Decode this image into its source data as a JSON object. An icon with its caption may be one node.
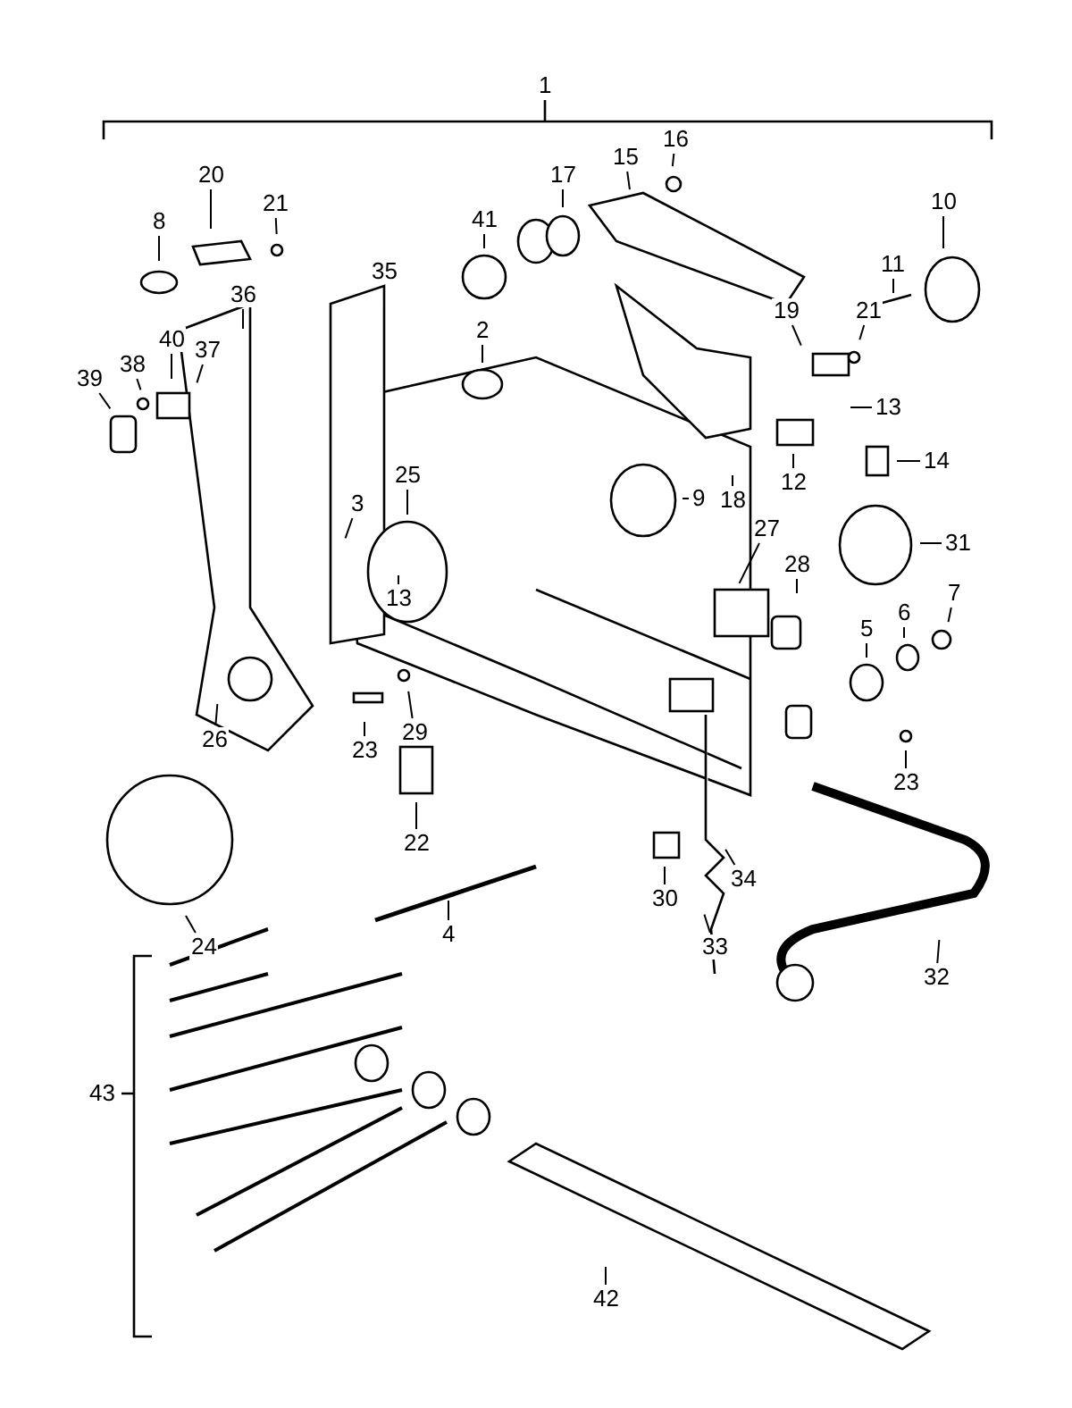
{
  "diagram": {
    "nodes": [
      {
        "text": [
          "1"
        ]
      },
      {
        "text": [
          "16"
        ]
      },
      {
        "text": [
          "15"
        ]
      },
      {
        "text": [
          "20"
        ]
      },
      {
        "text": [
          "17"
        ]
      },
      {
        "text": [
          "41"
        ]
      },
      {
        "text": [
          "10"
        ]
      },
      {
        "text": [
          "8"
        ]
      },
      {
        "text": [
          "21"
        ]
      },
      {
        "text": [
          "11"
        ]
      },
      {
        "text": [
          "35"
        ]
      },
      {
        "text": [
          "36"
        ]
      },
      {
        "text": [
          "21"
        ]
      },
      {
        "text": [
          "19"
        ]
      },
      {
        "text": [
          "2"
        ]
      },
      {
        "text": [
          "40"
        ]
      },
      {
        "text": [
          "37"
        ]
      },
      {
        "text": [
          "38"
        ]
      },
      {
        "text": [
          "39"
        ]
      },
      {
        "text": [
          "13"
        ]
      },
      {
        "text": [
          "14"
        ]
      },
      {
        "text": [
          "3"
        ]
      },
      {
        "text": [
          "25"
        ]
      },
      {
        "text": [
          "9"
        ]
      },
      {
        "text": [
          "18"
        ]
      },
      {
        "text": [
          "12"
        ]
      },
      {
        "text": [
          "27"
        ]
      },
      {
        "text": [
          "31"
        ]
      },
      {
        "text": [
          "28"
        ]
      },
      {
        "text": [
          "13"
        ]
      },
      {
        "text": [
          "5"
        ]
      },
      {
        "text": [
          "6"
        ]
      },
      {
        "text": [
          "7"
        ]
      },
      {
        "text": [
          "23"
        ]
      },
      {
        "text": [
          "29"
        ]
      },
      {
        "text": [
          "26"
        ]
      },
      {
        "text": [
          "23"
        ]
      },
      {
        "text": [
          "22"
        ]
      },
      {
        "text": [
          "24"
        ]
      },
      {
        "text": [
          "30"
        ]
      },
      {
        "text": [
          "34"
        ]
      },
      {
        "text": [
          "33"
        ]
      },
      {
        "text": [
          "4"
        ]
      },
      {
        "text": [
          "32"
        ]
      },
      {
        "text": [
          "42"
        ]
      },
      {
        "text": [
          "43"
        ]
      }
    ],
    "edges": [
      {
        "from": 1,
        "to": null,
        "arrow": "none"
      },
      {
        "from": 2,
        "to": null,
        "arrow": "none"
      },
      {
        "from": 3,
        "to": null,
        "arrow": "none"
      },
      {
        "from": 4,
        "to": null,
        "arrow": "none"
      },
      {
        "from": 5,
        "to": null,
        "arrow": "none"
      },
      {
        "from": 6,
        "to": null,
        "arrow": "none"
      },
      {
        "from": 7,
        "to": null,
        "arrow": "none"
      },
      {
        "from": 8,
        "to": null,
        "arrow": "none"
      },
      {
        "from": 9,
        "to": null,
        "arrow": "none"
      },
      {
        "from": 10,
        "to": null,
        "arrow": "none"
      },
      {
        "from": 11,
        "to": null,
        "arrow": "none"
      },
      {
        "from": 12,
        "to": null,
        "arrow": "none"
      },
      {
        "from": 13,
        "to": null,
        "arrow": "none"
      },
      {
        "from": 14,
        "to": null,
        "arrow": "none"
      },
      {
        "from": 15,
        "to": null,
        "arrow": "none"
      },
      {
        "from": 16,
        "to": null,
        "arrow": "none"
      },
      {
        "from": 17,
        "to": null,
        "arrow": "none"
      },
      {
        "from": 18,
        "to": null,
        "arrow": "none"
      },
      {
        "from": 19,
        "to": null,
        "arrow": "none"
      },
      {
        "from": 20,
        "to": null,
        "arrow": "none"
      },
      {
        "from": 21,
        "to": null,
        "arrow": "none"
      },
      {
        "from": 22,
        "to": null,
        "arrow": "none"
      },
      {
        "from": 23,
        "to": null,
        "arrow": "none"
      },
      {
        "from": 24,
        "to": null,
        "arrow": "none"
      },
      {
        "from": 25,
        "to": null,
        "arrow": "none"
      },
      {
        "from": 26,
        "to": null,
        "arrow": "none"
      },
      {
        "from": 27,
        "to": null,
        "arrow": "none"
      },
      {
        "from": 28,
        "to": null,
        "arrow": "none"
      },
      {
        "from": 29,
        "to": null,
        "arrow": "none"
      },
      {
        "from": 30,
        "to": null,
        "arrow": "none"
      },
      {
        "from": 31,
        "to": null,
        "arrow": "none"
      },
      {
        "from": 32,
        "to": null,
        "arrow": "none"
      },
      {
        "from": 33,
        "to": null,
        "arrow": "none"
      },
      {
        "from": 34,
        "to": null,
        "arrow": "none"
      },
      {
        "from": 35,
        "to": null,
        "arrow": "none"
      },
      {
        "from": 36,
        "to": null,
        "arrow": "none"
      },
      {
        "from": 37,
        "to": null,
        "arrow": "none"
      },
      {
        "from": 38,
        "to": null,
        "arrow": "none"
      },
      {
        "from": 39,
        "to": null,
        "arrow": "none"
      },
      {
        "from": 40,
        "to": null,
        "arrow": "none"
      },
      {
        "from": 41,
        "to": null,
        "arrow": "none"
      },
      {
        "from": 42,
        "to": null,
        "arrow": "none"
      },
      {
        "from": 43,
        "to": null,
        "arrow": "none"
      },
      {
        "from": 44,
        "to": null,
        "arrow": "none"
      }
    ]
  }
}
